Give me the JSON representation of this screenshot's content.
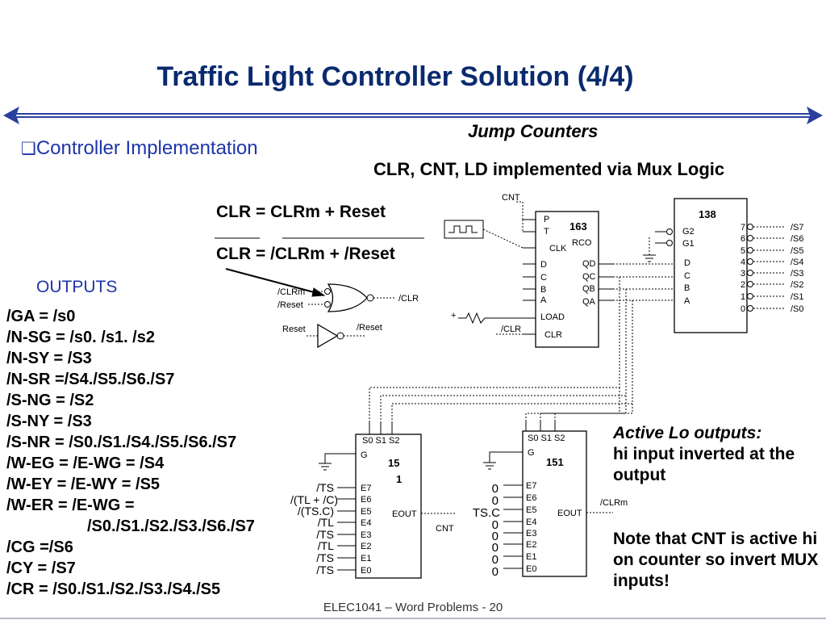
{
  "title": "Traffic Light Controller Solution (4/4)",
  "section_heading": "Jump Counters",
  "subtitle": "CLR, CNT, LD implemented via Mux Logic",
  "bullet": "Controller Implementation",
  "outputs_label": "OUTPUTS",
  "clr_equation_1": "CLR = CLRm + Reset",
  "clr_equation_2": "CLR = /CLRm + /Reset",
  "output_equations": [
    "/GA = /s0",
    "/N-SG = /s0. /s1. /s2",
    "/N-SY = /S3",
    "/N-SR =/S4./S5./S6./S7",
    "/S-NG = /S2",
    "/S-NY = /S3",
    "/S-NR = /S0./S1./S4./S5./S6./S7",
    "/W-EG = /E-WG = /S4",
    "/W-EY = /E-WY = /S5",
    "/W-ER = /E-WG =",
    "/S0./S1./S2./S3./S6./S7",
    "/CG =/S6",
    "/CY = /S7",
    "/CR =  /S0./S1./S2./S3./S4./S5"
  ],
  "note_active_lo": {
    "title": "Active Lo outputs:",
    "body": "hi input inverted at the output"
  },
  "note_cnt": "Note that CNT is active hi on counter so invert MUX inputs!",
  "footer": "ELEC1041 – Word Problems - 20",
  "colors": {
    "title": "#0a2a6e",
    "accent_blue": "#1f35a8",
    "divider": "#2a3f9e"
  },
  "gates": {
    "nor_inputs": [
      "/CLRm",
      "/Reset"
    ],
    "nor_output": "/CLR",
    "inverter_input": "Reset",
    "inverter_output": "/Reset"
  },
  "counter_163": {
    "name": "163",
    "pins_left": [
      "P",
      "T",
      "CLK",
      "D",
      "C",
      "B",
      "A",
      "LOAD",
      "CLR"
    ],
    "pins_right": [
      "RCO",
      "QD",
      "QC",
      "QB",
      "QA"
    ],
    "signals": {
      "cnt": "CNT",
      "clr": "/CLR",
      "plus": "+"
    }
  },
  "decoder_138": {
    "name": "138",
    "pins_left": [
      "G2",
      "G1",
      "D",
      "C",
      "B",
      "A"
    ],
    "outputs": [
      "7",
      "6",
      "5",
      "4",
      "3",
      "2",
      "1",
      "0"
    ],
    "output_signals": [
      "/S7",
      "/S6",
      "/S5",
      "/S4",
      "/S3",
      "/S2",
      "/S1",
      "/S0"
    ]
  },
  "mux_151_a": {
    "name_line1": "15",
    "name_line2": "1",
    "select_pins": "S0 S1 S2",
    "enable": "G",
    "inputs": [
      "E7",
      "E6",
      "E5",
      "E4",
      "E3",
      "E2",
      "E1",
      "E0"
    ],
    "input_signals": [
      "/TS",
      "/(TL + /C)",
      "/(TS.C)",
      "/TL",
      "/TS",
      "/TL",
      "/TS",
      "/TS"
    ],
    "output": "EOUT",
    "output_signal": "CNT"
  },
  "mux_151_b": {
    "name": "151",
    "select_pins": "S0 S1 S2",
    "enable": "G",
    "inputs": [
      "E7",
      "E6",
      "E5",
      "E4",
      "E3",
      "E2",
      "E1",
      "E0"
    ],
    "input_signals": [
      "0",
      "0",
      "TS.C",
      "0",
      "0",
      "0",
      "0",
      "0"
    ],
    "output": "EOUT",
    "output_signal": "/CLRm"
  }
}
